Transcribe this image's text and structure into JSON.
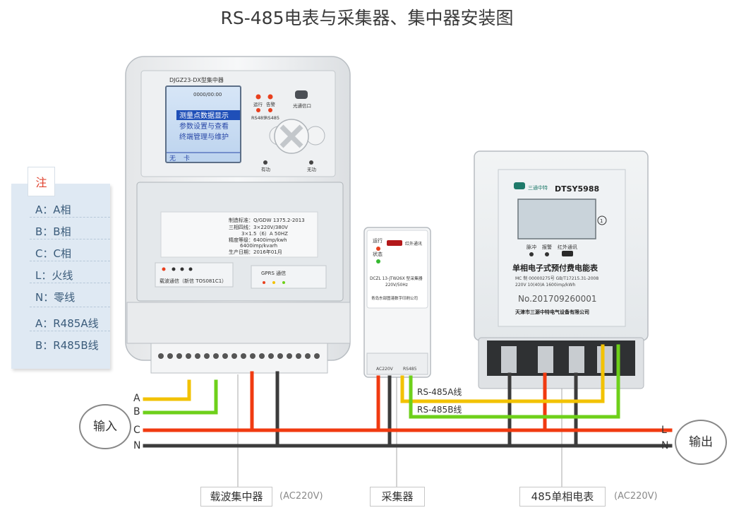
{
  "title": "RS-485电表与采集器、集中器安装图",
  "legend": {
    "heading": "注",
    "items": [
      "A：A相",
      "B：B相",
      "C：C相",
      "L：火线",
      "N：零线",
      "A：R485A线",
      "B：R485B线"
    ]
  },
  "wires": {
    "left": [
      "A",
      "B",
      "C",
      "N"
    ],
    "right": [
      "L",
      "N"
    ],
    "rs485a": "RS-485A线",
    "rs485b": "RS-485B线",
    "colors": {
      "A": "#f2c200",
      "B": "#6ed01a",
      "C": "#f03a10",
      "N": "#3c3c3c"
    }
  },
  "input_label": "输入",
  "output_label": "输出",
  "bottom_labels": {
    "concentrator": "载波集中器",
    "concentrator_ac": "(AC220V)",
    "collector": "采集器",
    "meter": "485单相电表",
    "meter_ac": "(AC220V)"
  },
  "concentrator": {
    "model": "DJGZ23-DX型集中器",
    "screen_time": "0000/00:00",
    "menu": [
      "测量点数据显示",
      "参数设置与查看",
      "终端管理与维护"
    ],
    "screen_left": "无",
    "screen_right": "卡",
    "indicators": [
      "运行",
      "告警",
      "RS485",
      "RS485"
    ],
    "port": "光通信口",
    "buttons": [
      "有功",
      "无功"
    ],
    "specs": [
      "制造标准：Q/GDW 1375.2-2013",
      "三相四线：3×220V/380V",
      "3×1.5（6）A 50HZ",
      "精度等级：6400imp/kwh",
      "6400imp/kvarh",
      "生产日期：2016年01月"
    ],
    "module_left": "载波通信（新信 TOS081C1）",
    "module_right": "GPRS 通信"
  },
  "collector": {
    "status": [
      "运行",
      "状态"
    ],
    "ir": "红外通讯",
    "model": "DCZL 13-JTW26X 型采集器",
    "rating": "220V/50Hz",
    "maker": "青岛东部图港数字印刷公司",
    "ports": [
      "AC220V",
      "RS485"
    ]
  },
  "meter": {
    "brand": "三通中特",
    "model": "DTSY5988",
    "indicators": [
      "脉冲",
      "报警",
      "红外通讯"
    ],
    "name": "单相电子式预付费电能表",
    "serial": "No.201709260001",
    "maker": "天津市三源中特电气设备有限公司",
    "spec_line1": "MC 制 00000275号    GB/T17215.31-2008",
    "spec_line2": "220V     10(40)A     1600imp/kWh"
  }
}
